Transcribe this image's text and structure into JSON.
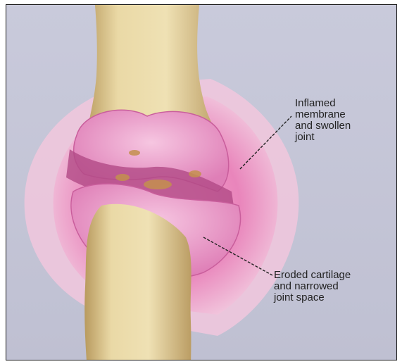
{
  "labels": {
    "inflamed": {
      "lines": [
        "Inflamed",
        "membrane",
        "and swollen",
        "joint"
      ]
    },
    "eroded": {
      "lines": [
        "Eroded cartilage",
        "and narrowed",
        "joint space"
      ]
    }
  },
  "colors": {
    "background": "#c7c8d8",
    "bone": "#e6d6a2",
    "bone_shadow": "#b99c62",
    "membrane": "#e06aa8",
    "membrane_light": "#f2b6d6",
    "cartilage": "#e58fc3"
  }
}
